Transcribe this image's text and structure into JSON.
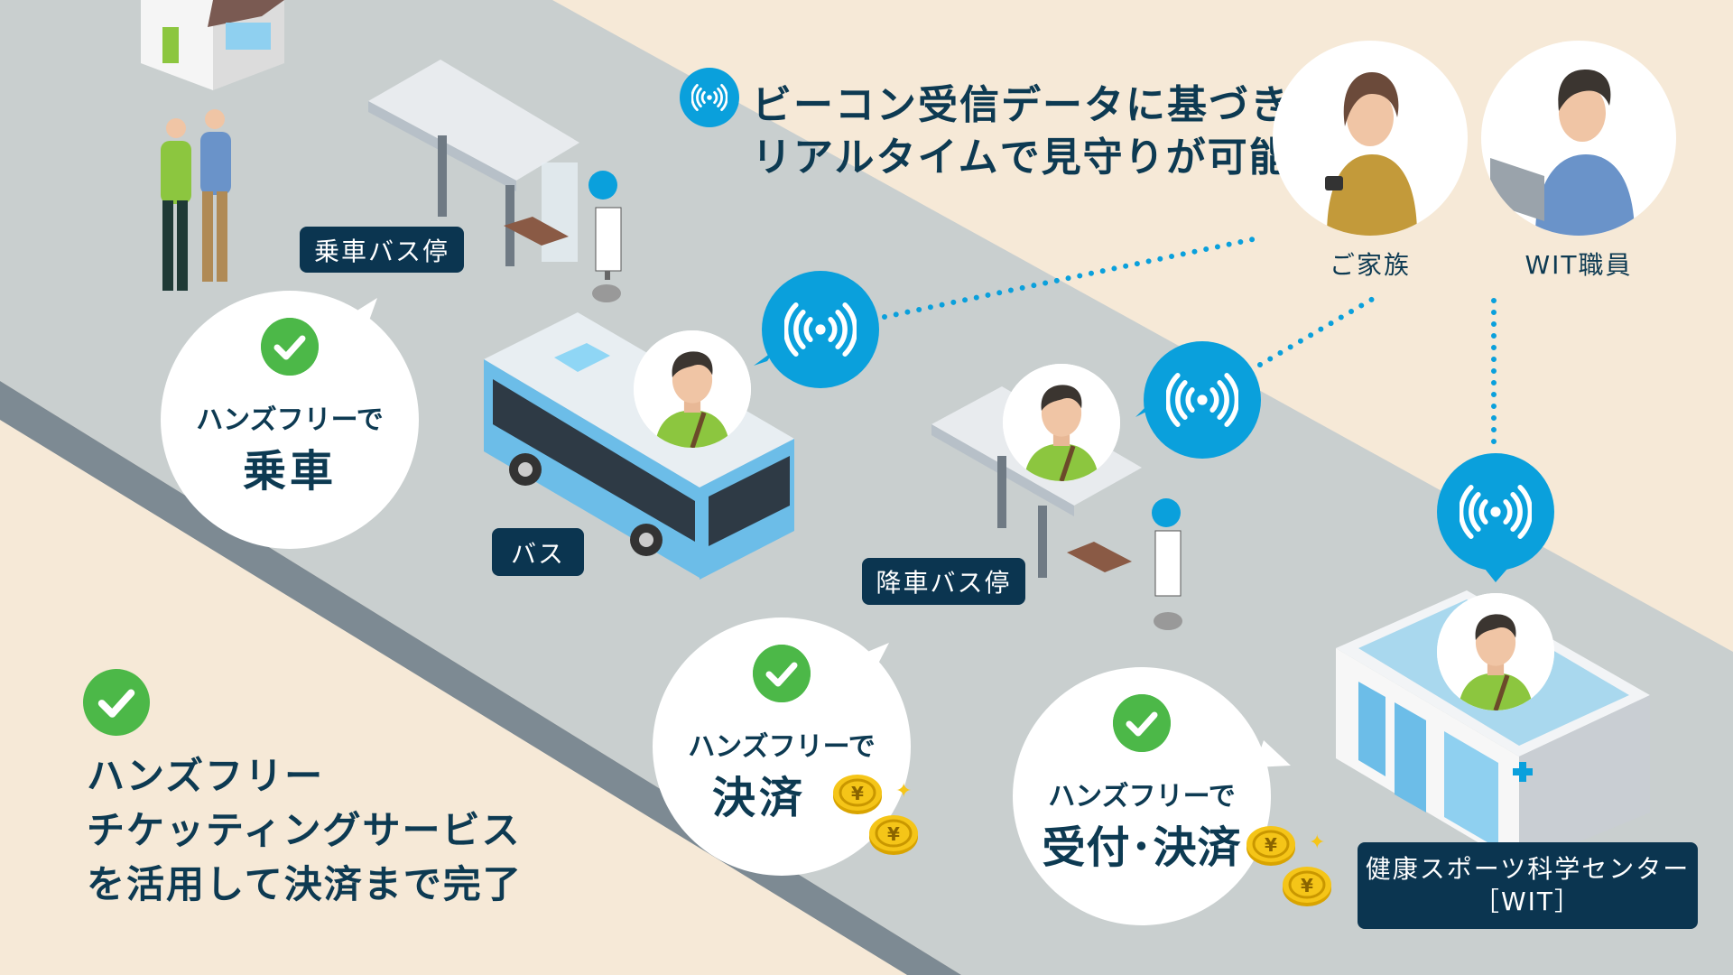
{
  "headline": {
    "line1": "ビーコン受信データに基づき",
    "line2": "リアルタイムで見守りが可能"
  },
  "watchers": [
    {
      "label": "ご家族"
    },
    {
      "label": "WIT職員"
    }
  ],
  "place_labels": {
    "boarding_stop": "乗車バス停",
    "bus": "バス",
    "alighting_stop": "降車バス停",
    "wit_line1": "健康スポーツ科学センター",
    "wit_line2": "［WIT］"
  },
  "bubbles": [
    {
      "small": "ハンズフリーで",
      "big": "乗車"
    },
    {
      "small": "ハンズフリーで",
      "big": "決済"
    },
    {
      "small": "ハンズフリーで",
      "big": "受付･決済"
    }
  ],
  "summary": {
    "line1": "ハンズフリー",
    "line2": "チケッティングサービス",
    "line3": "を活用して決済まで完了"
  },
  "icons": {
    "beacon": "beacon-signal-icon",
    "check": "check-circle-icon",
    "coin": "yen-coin-icon",
    "person": "person-avatar-icon"
  },
  "colors": {
    "navy": "#0b3550",
    "beacon_blue": "#0aa0dc",
    "check_green": "#4cb848",
    "road": "#c9cfcf",
    "background": "#f6e9d7"
  }
}
